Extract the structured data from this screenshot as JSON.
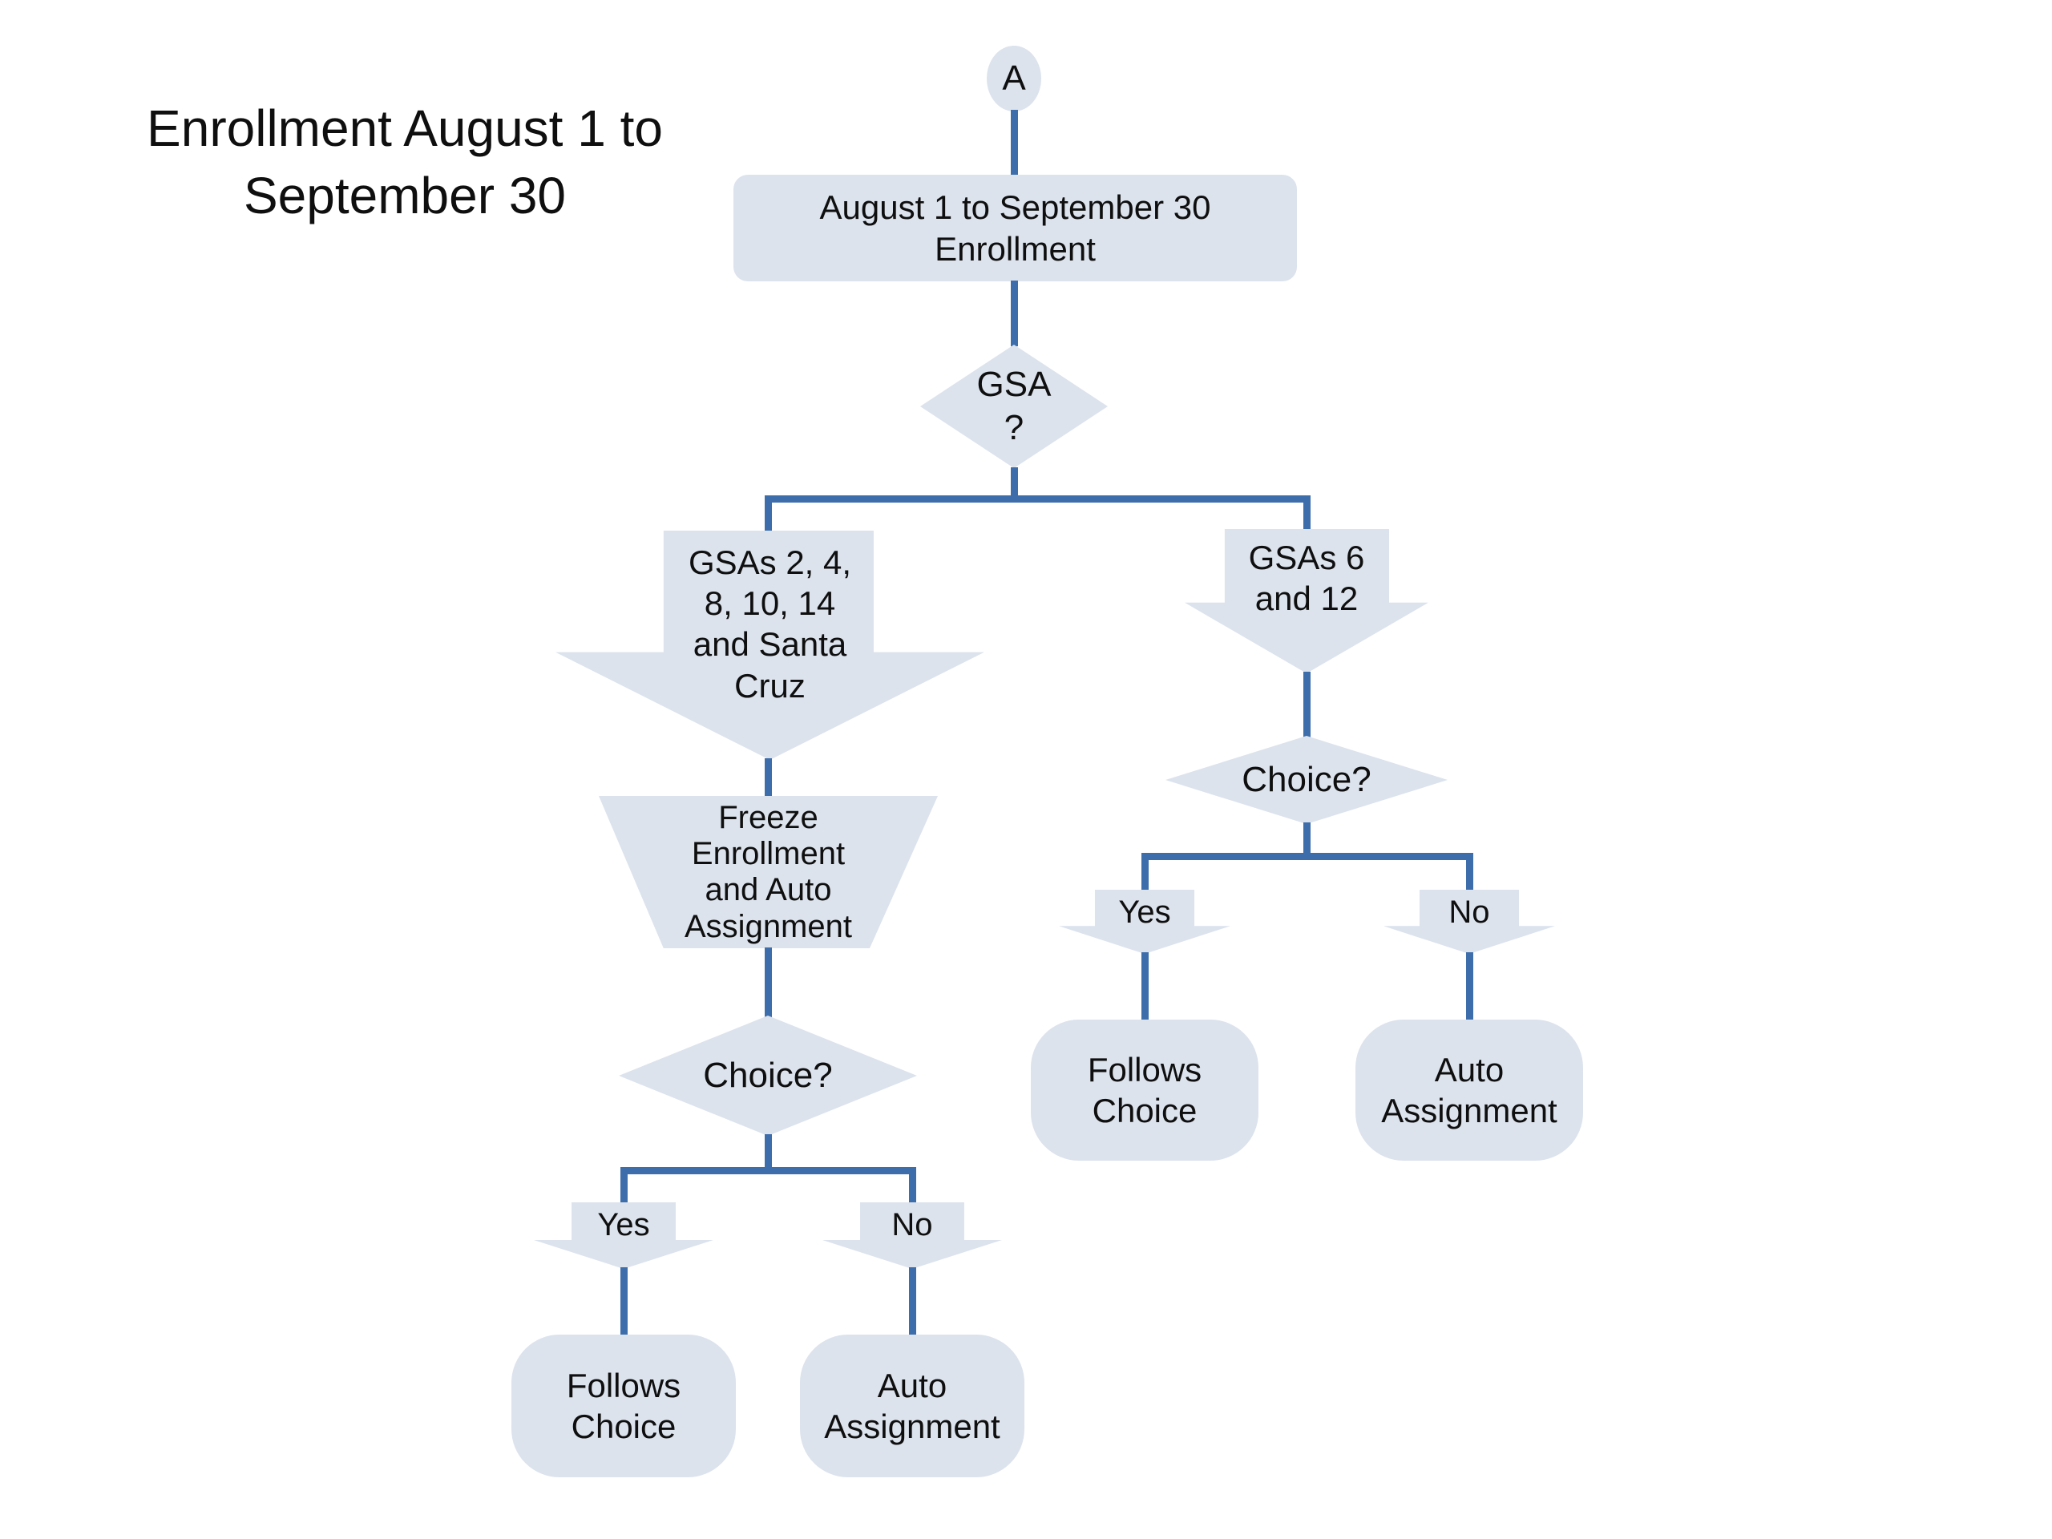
{
  "title": {
    "text": "Enrollment August 1 to\nSeptember 30"
  },
  "colors": {
    "background": "#ffffff",
    "shape_fill": "#dce3ed",
    "connector_blue": "#3d6dab",
    "text": "#0f0f0f"
  },
  "flow": {
    "connector_a": {
      "label": "A"
    },
    "start": {
      "label": "August 1 to September 30\nEnrollment"
    },
    "gsa_decision": {
      "label": "GSA\n?"
    },
    "left": {
      "gsas": {
        "label": "GSAs 2, 4,\n8, 10, 14\nand Santa\nCruz"
      },
      "freeze": {
        "label": "Freeze\nEnrollment\nand Auto\nAssignment"
      },
      "choice": {
        "label": "Choice?"
      },
      "yes": {
        "label": "Yes"
      },
      "no": {
        "label": "No"
      },
      "follows_choice": {
        "label": "Follows\nChoice"
      },
      "auto_assignment": {
        "label": "Auto\nAssignment"
      }
    },
    "right": {
      "gsas": {
        "label": "GSAs 6\nand 12"
      },
      "choice": {
        "label": "Choice?"
      },
      "yes": {
        "label": "Yes"
      },
      "no": {
        "label": "No"
      },
      "follows_choice": {
        "label": "Follows\nChoice"
      },
      "auto_assignment": {
        "label": "Auto\nAssignment"
      }
    }
  }
}
